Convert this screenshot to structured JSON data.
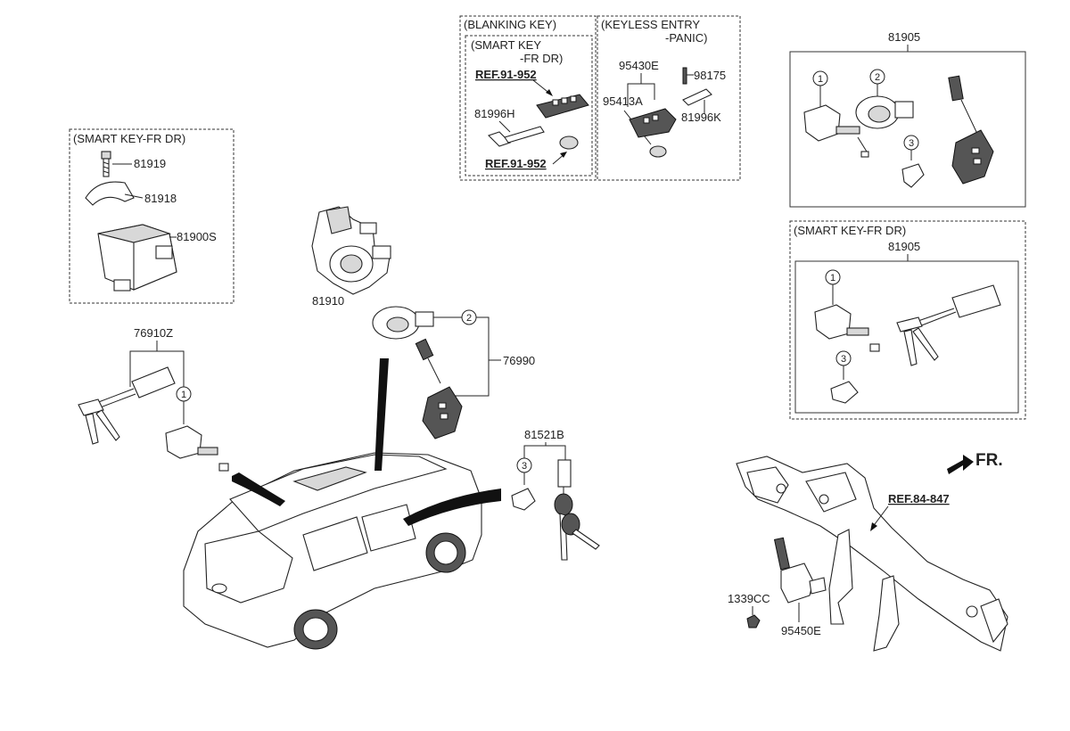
{
  "labels": {
    "blanking_key": "(BLANKING KEY)",
    "smart_key_line1": "(SMART KEY",
    "smart_key_line2": "-FR DR)",
    "keyless_line1": "(KEYLESS ENTRY",
    "keyless_line2": "-PANIC)",
    "smart_key_fr_dr_left": "(SMART KEY-FR DR)",
    "smart_key_fr_dr_right": "(SMART KEY-FR DR)",
    "ref_91_952_a": "REF.91-952",
    "ref_91_952_b": "REF.91-952",
    "ref_84_847": "REF.84-847",
    "fr": "FR."
  },
  "part_numbers": {
    "p81919": "81919",
    "p81918": "81918",
    "p81900S": "81900S",
    "p81910": "81910",
    "p76910Z": "76910Z",
    "p76990": "76990",
    "p81996H": "81996H",
    "p95430E": "95430E",
    "p98175": "98175",
    "p95413A": "95413A",
    "p81996K": "81996K",
    "p81905_top": "81905",
    "p81905_bottom": "81905",
    "p81521B": "81521B",
    "p1339CC": "1339CC",
    "p95450E": "95450E"
  },
  "callouts": {
    "one": "1",
    "two": "2",
    "three": "3"
  }
}
